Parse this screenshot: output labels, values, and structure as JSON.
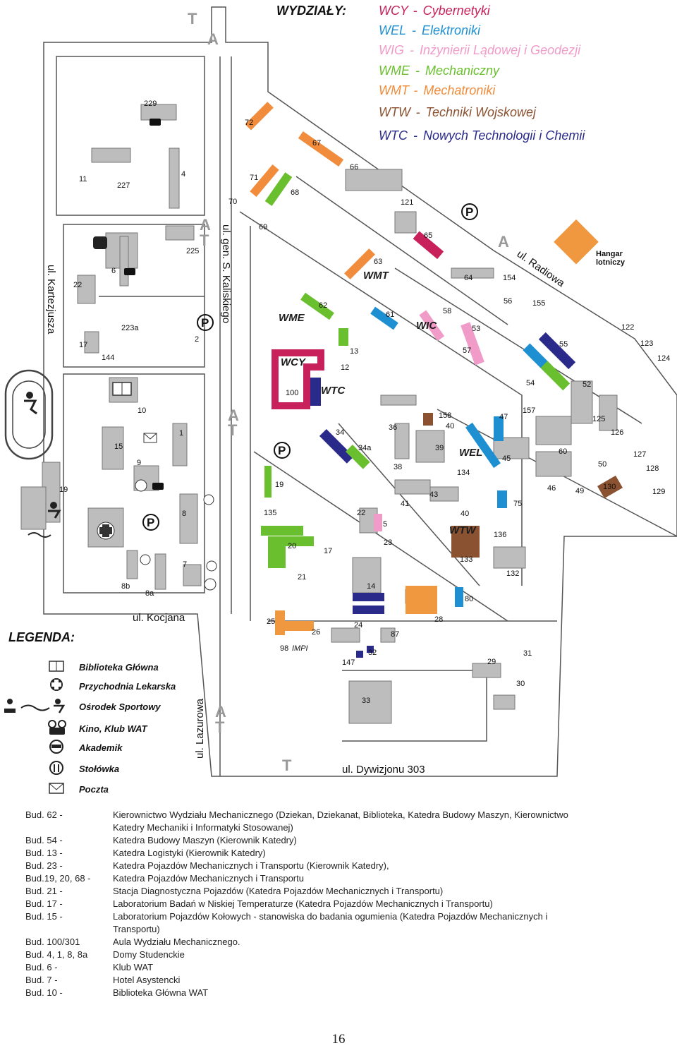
{
  "faculties_heading": "WYDZIAŁY:",
  "faculties": [
    {
      "code": "WCY",
      "sep": "-",
      "name": "Cybernetyki",
      "color": "#c8205a"
    },
    {
      "code": "WEL",
      "sep": "-",
      "name": "Elektroniki",
      "color": "#1e8fd0"
    },
    {
      "code": "WIG",
      "sep": "-",
      "name": "Inżynierii Lądowej i Geodezji",
      "color": "#f09bc8"
    },
    {
      "code": "WME",
      "sep": "-",
      "name": "Mechaniczny",
      "color": "#6abf2e"
    },
    {
      "code": "WMT",
      "sep": "-",
      "name": "Mechatroniki",
      "color": "#f08c3c"
    },
    {
      "code": "WTW",
      "sep": "-",
      "name": "Techniki Wojskowej",
      "color": "#8a5230"
    },
    {
      "code": "WTC",
      "sep": "-",
      "name": "Nowych Technologii i Chemii",
      "color": "#2a2a8a"
    }
  ],
  "streets": {
    "kartezjusza": "ul. Kartezjusza",
    "kaliskiego": "ul. gen. S. Kaliskiego",
    "radiowa": "ul. Radiowa",
    "kocjana": "ul. Kocjana",
    "lazurowa": "ul. Lazurowa",
    "dywizjonu": "ul. Dywizjonu 303"
  },
  "map_labels": {
    "hangar_line1": "Hangar",
    "hangar_line2": "lotniczy",
    "wme": "WME",
    "wcy": "WCY",
    "wtc": "WTC",
    "wmt": "WMT",
    "wic": "WIC",
    "wel": "WEL",
    "wtw": "WTW",
    "parking": "P",
    "stop_a": "A",
    "stop_t": "T"
  },
  "building_numbers": {
    "b229": "229",
    "b11": "11",
    "b227": "227",
    "b4": "4",
    "b72": "72",
    "b67": "67",
    "b71": "71",
    "b70": "70",
    "b68": "68",
    "b66": "66",
    "b121": "121",
    "b69": "69",
    "b225": "225",
    "b6": "6",
    "b22": "22",
    "b65": "65",
    "b63": "63",
    "b64": "64",
    "b154": "154",
    "b62": "62",
    "b56": "56",
    "b155": "155",
    "b61": "61",
    "b58": "58",
    "b53": "53",
    "b223a": "223a",
    "b2": "2",
    "b17": "17",
    "b144": "144",
    "b13": "13",
    "b57": "57",
    "b12": "12",
    "b55": "55",
    "b122": "122",
    "b123": "123",
    "b124": "124",
    "b54": "54",
    "b52": "52",
    "b100": "100",
    "b10": "10",
    "b158": "158",
    "b40a": "40",
    "b47": "47",
    "b157": "157",
    "b125": "125",
    "b126": "126",
    "b36": "36",
    "b34": "34",
    "b1": "1",
    "b15": "15",
    "b39": "39",
    "b60": "60",
    "b127": "127",
    "b34a": "34a",
    "b45": "45",
    "b50": "50",
    "b128": "128",
    "b9": "9",
    "b38": "38",
    "b134": "134",
    "b19a": "19",
    "b19b": "19",
    "b43": "43",
    "b46": "46",
    "b49": "49",
    "b130": "130",
    "b129": "129",
    "b75": "75",
    "b41": "41",
    "b8": "8",
    "b135": "135",
    "b22b": "22",
    "b40b": "40",
    "b5": "5",
    "b136": "136",
    "b23": "23",
    "b20": "20",
    "b17b": "17",
    "b7": "7",
    "b133": "133",
    "b21": "21",
    "b132": "132",
    "b14": "14",
    "b8b": "8b",
    "b8a": "8a",
    "b80": "80",
    "b25": "25",
    "b24": "24",
    "b28": "28",
    "b26": "26",
    "b87": "87",
    "b98": "98",
    "impi": "IMPI",
    "b32": "32",
    "b31": "31",
    "b147": "147",
    "b29": "29",
    "b30": "30",
    "b33": "33"
  },
  "legend": {
    "title": "LEGENDA:",
    "items": [
      {
        "icon": "book-icon",
        "label": "Biblioteka Główna"
      },
      {
        "icon": "medical-cross-icon",
        "label": "Przychodnia Lekarska"
      },
      {
        "icon": "sports-icon",
        "label": "Ośrodek Sportowy"
      },
      {
        "icon": "cinema-projector-icon",
        "label": "Kino, Klub WAT"
      },
      {
        "icon": "bed-icon",
        "label": "Akademik"
      },
      {
        "icon": "cutlery-icon",
        "label": "Stołówka"
      },
      {
        "icon": "envelope-icon",
        "label": "Poczta"
      }
    ]
  },
  "notes": [
    {
      "key": "Bud. 62 -",
      "value": "Kierownictwo Wydziału Mechanicznego (Dziekan, Dziekanat, Biblioteka, Katedra Budowy Maszyn, Kierownictwo"
    },
    {
      "key": "",
      "value": "Katedry Mechaniki i Informatyki Stosowanej)"
    },
    {
      "key": "Bud. 54 -",
      "value": "Katedra Budowy Maszyn (Kierownik Katedry)"
    },
    {
      "key": "Bud. 13 -",
      "value": "Katedra Logistyki (Kierownik Katedry)"
    },
    {
      "key": "Bud. 23 -",
      "value": "Katedra Pojazdów Mechanicznych i Transportu (Kierownik Katedry),"
    },
    {
      "key": "Bud.19, 20, 68 -",
      "value": "Katedra Pojazdów Mechanicznych i Transportu"
    },
    {
      "key": "Bud. 21 -",
      "value": "Stacja Diagnostyczna Pojazdów (Katedra Pojazdów Mechanicznych i Transportu)"
    },
    {
      "key": "Bud. 17 -",
      "value": "Laboratorium Badań w Niskiej Temperaturze (Katedra Pojazdów Mechanicznych i Transportu)"
    },
    {
      "key": "Bud. 15 -",
      "value": "Laboratorium Pojazdów Kołowych - stanowiska do badania ogumienia (Katedra Pojazdów Mechanicznych i"
    },
    {
      "key": "",
      "value": "Transportu)"
    },
    {
      "key": "Bud. 100/301",
      "value": "Aula Wydziału Mechanicznego."
    },
    {
      "key": "Bud. 4, 1, 8, 8a",
      "value": "Domy Studenckie"
    },
    {
      "key": "Bud. 6 -",
      "value": "Klub WAT"
    },
    {
      "key": "Bud. 7 -",
      "value": "Hotel Asystencki"
    },
    {
      "key": "Bud. 10 -",
      "value": "Biblioteka Główna WAT"
    }
  ],
  "page_number": "16"
}
